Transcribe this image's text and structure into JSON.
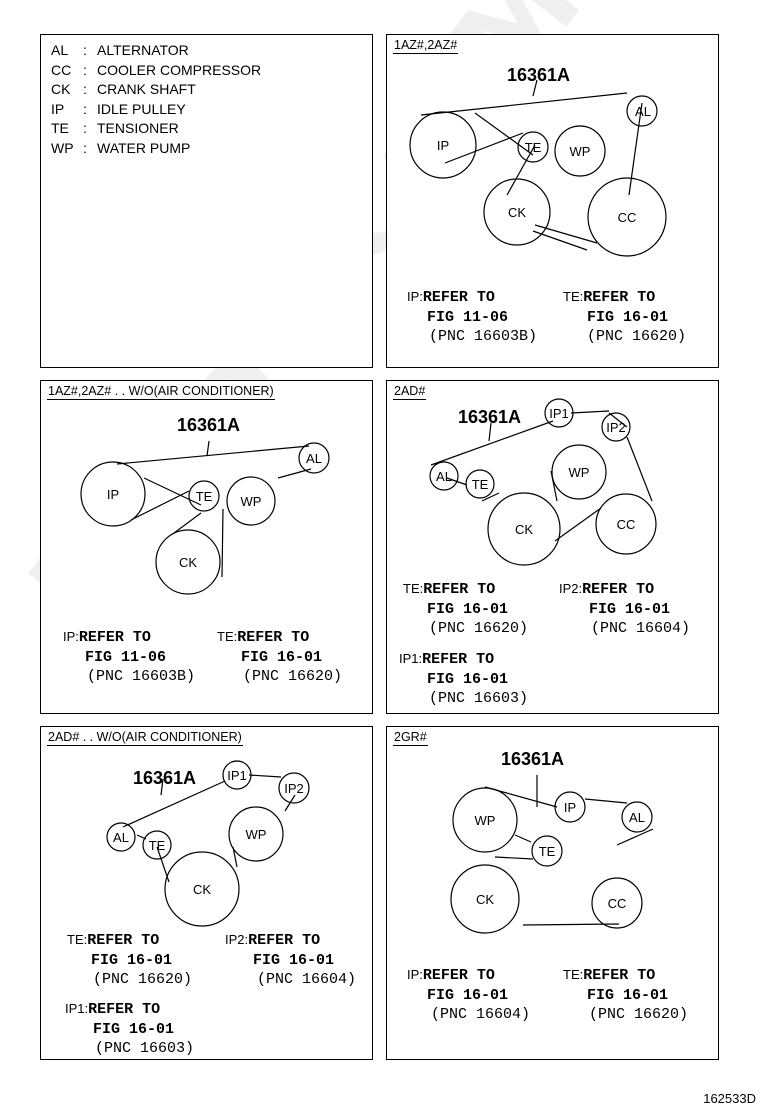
{
  "legend": [
    {
      "abbr": "AL",
      "name": "ALTERNATOR"
    },
    {
      "abbr": "CC",
      "name": "COOLER COMPRESSOR"
    },
    {
      "abbr": "CK",
      "name": "CRANK SHAFT"
    },
    {
      "abbr": "IP",
      "name": "IDLE PULLEY"
    },
    {
      "abbr": "TE",
      "name": "TENSIONER"
    },
    {
      "abbr": "WP",
      "name": "WATER PUMP"
    }
  ],
  "legend_separator": ":",
  "panels": [
    {
      "title": "1AZ#,2AZ#",
      "part_number": "16361A",
      "pulleys": [
        "IP",
        "TE",
        "AL",
        "WP",
        "CK",
        "CC"
      ],
      "refs": [
        {
          "tag": "IP:",
          "l1": "REFER TO",
          "l2": "FIG 11-06",
          "l3": "(PNC 16603B)"
        },
        {
          "tag": "TE:",
          "l1": "REFER TO",
          "l2": "FIG 16-01",
          "l3": "(PNC 16620)"
        }
      ]
    },
    {
      "title": "1AZ#,2AZ# . . W/O(AIR CONDITIONER)",
      "part_number": "16361A",
      "pulleys": [
        "IP",
        "TE",
        "AL",
        "WP",
        "CK"
      ],
      "refs": [
        {
          "tag": "IP:",
          "l1": "REFER TO",
          "l2": "FIG 11-06",
          "l3": "(PNC 16603B)"
        },
        {
          "tag": "TE:",
          "l1": "REFER TO",
          "l2": "FIG 16-01",
          "l3": "(PNC 16620)"
        }
      ]
    },
    {
      "title": "2AD#",
      "part_number": "16361A",
      "pulleys": [
        "IP1",
        "IP2",
        "AL",
        "TE",
        "WP",
        "CK",
        "CC"
      ],
      "refs": [
        {
          "tag": "TE:",
          "l1": "REFER TO",
          "l2": "FIG 16-01",
          "l3": "(PNC 16620)"
        },
        {
          "tag": "IP2:",
          "l1": "REFER TO",
          "l2": "FIG 16-01",
          "l3": "(PNC 16604)"
        },
        {
          "tag": "IP1:",
          "l1": "REFER TO",
          "l2": "FIG 16-01",
          "l3": "(PNC 16603)"
        }
      ]
    },
    {
      "title": "2AD# . . W/O(AIR CONDITIONER)",
      "part_number": "16361A",
      "pulleys": [
        "IP1",
        "IP2",
        "AL",
        "TE",
        "WP",
        "CK"
      ],
      "refs": [
        {
          "tag": "TE:",
          "l1": "REFER TO",
          "l2": "FIG 16-01",
          "l3": "(PNC 16620)"
        },
        {
          "tag": "IP2:",
          "l1": "REFER TO",
          "l2": "FIG 16-01",
          "l3": "(PNC 16604)"
        },
        {
          "tag": "IP1:",
          "l1": "REFER TO",
          "l2": "FIG 16-01",
          "l3": "(PNC 16603)"
        }
      ]
    },
    {
      "title": "2GR#",
      "part_number": "16361A",
      "pulleys": [
        "WP",
        "IP",
        "AL",
        "TE",
        "CK",
        "CC"
      ],
      "refs": [
        {
          "tag": "IP:",
          "l1": "REFER TO",
          "l2": "FIG 16-01",
          "l3": "(PNC 16604)"
        },
        {
          "tag": "TE:",
          "l1": "REFER TO",
          "l2": "FIG 16-01",
          "l3": "(PNC 16620)"
        }
      ]
    }
  ],
  "diagram_code": "162533D",
  "watermark": "ToyotaCarMine.ru"
}
